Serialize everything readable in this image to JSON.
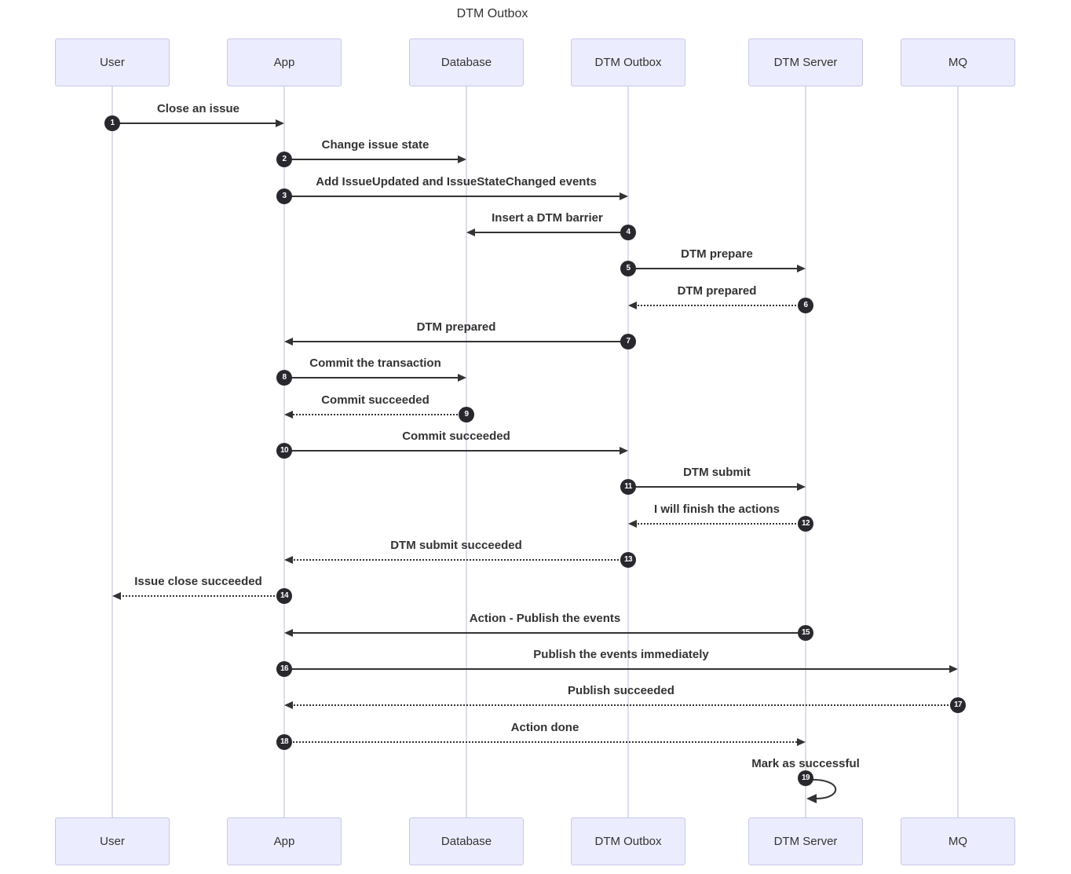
{
  "title": "DTM Outbox",
  "participants": [
    {
      "label": "User"
    },
    {
      "label": "App"
    },
    {
      "label": "Database"
    },
    {
      "label": "DTM Outbox"
    },
    {
      "label": "DTM Server"
    },
    {
      "label": "MQ"
    }
  ],
  "messages": [
    {
      "num": "1",
      "from": 0,
      "to": 1,
      "label": "Close an issue",
      "line": "solid"
    },
    {
      "num": "2",
      "from": 1,
      "to": 2,
      "label": "Change issue state",
      "line": "solid"
    },
    {
      "num": "3",
      "from": 1,
      "to": 3,
      "label": "Add IssueUpdated and IssueStateChanged events",
      "line": "solid"
    },
    {
      "num": "4",
      "from": 3,
      "to": 2,
      "label": "Insert a DTM barrier",
      "line": "solid"
    },
    {
      "num": "5",
      "from": 3,
      "to": 4,
      "label": "DTM prepare",
      "line": "solid"
    },
    {
      "num": "6",
      "from": 4,
      "to": 3,
      "label": "DTM prepared",
      "line": "dashed"
    },
    {
      "num": "7",
      "from": 3,
      "to": 1,
      "label": "DTM prepared",
      "line": "solid"
    },
    {
      "num": "8",
      "from": 1,
      "to": 2,
      "label": "Commit the transaction",
      "line": "solid"
    },
    {
      "num": "9",
      "from": 2,
      "to": 1,
      "label": "Commit succeeded",
      "line": "dashed"
    },
    {
      "num": "10",
      "from": 1,
      "to": 3,
      "label": "Commit succeeded",
      "line": "solid"
    },
    {
      "num": "11",
      "from": 3,
      "to": 4,
      "label": "DTM submit",
      "line": "solid"
    },
    {
      "num": "12",
      "from": 4,
      "to": 3,
      "label": "I will finish the actions",
      "line": "dashed"
    },
    {
      "num": "13",
      "from": 3,
      "to": 1,
      "label": "DTM submit succeeded",
      "line": "dashed"
    },
    {
      "num": "14",
      "from": 1,
      "to": 0,
      "label": "Issue close succeeded",
      "line": "dashed"
    },
    {
      "num": "15",
      "from": 4,
      "to": 1,
      "label": "Action - Publish the events",
      "line": "solid"
    },
    {
      "num": "16",
      "from": 1,
      "to": 5,
      "label": "Publish the events immediately",
      "line": "solid"
    },
    {
      "num": "17",
      "from": 5,
      "to": 1,
      "label": "Publish succeeded",
      "line": "dashed"
    },
    {
      "num": "18",
      "from": 1,
      "to": 4,
      "label": "Action done",
      "line": "dashed"
    },
    {
      "num": "19",
      "from": 4,
      "to": 4,
      "label": "Mark as successful",
      "line": "solid",
      "self": true
    }
  ],
  "colors": {
    "actor_fill": "#ececff",
    "actor_border": "#c8c8e8",
    "lifeline": "#dcdcee",
    "arrow": "#333333",
    "text": "#333333",
    "number_fill": "#28282e",
    "number_text": "#ffffff"
  }
}
